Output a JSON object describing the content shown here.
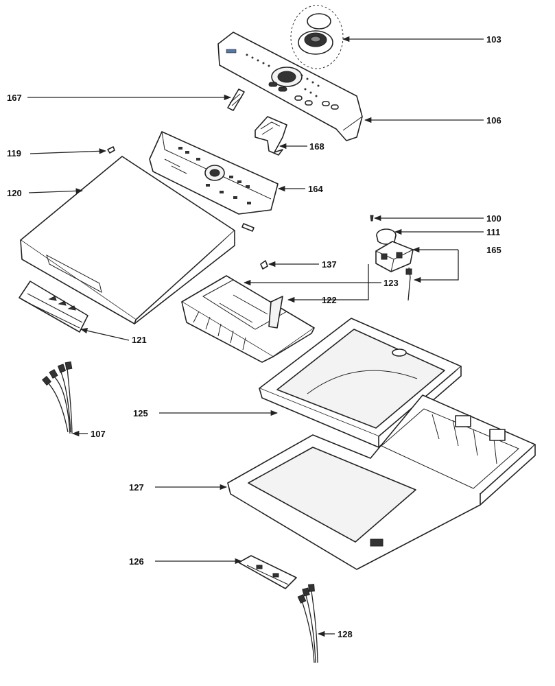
{
  "labels": {
    "p100": "100",
    "p103": "103",
    "p106": "106",
    "p107": "107",
    "p111": "111",
    "p119": "119",
    "p120": "120",
    "p121": "121",
    "p122": "122",
    "p123": "123",
    "p125": "125",
    "p126": "126",
    "p127": "127",
    "p128": "128",
    "p137": "137",
    "p164": "164",
    "p165": "165",
    "p167": "167",
    "p168": "168"
  }
}
